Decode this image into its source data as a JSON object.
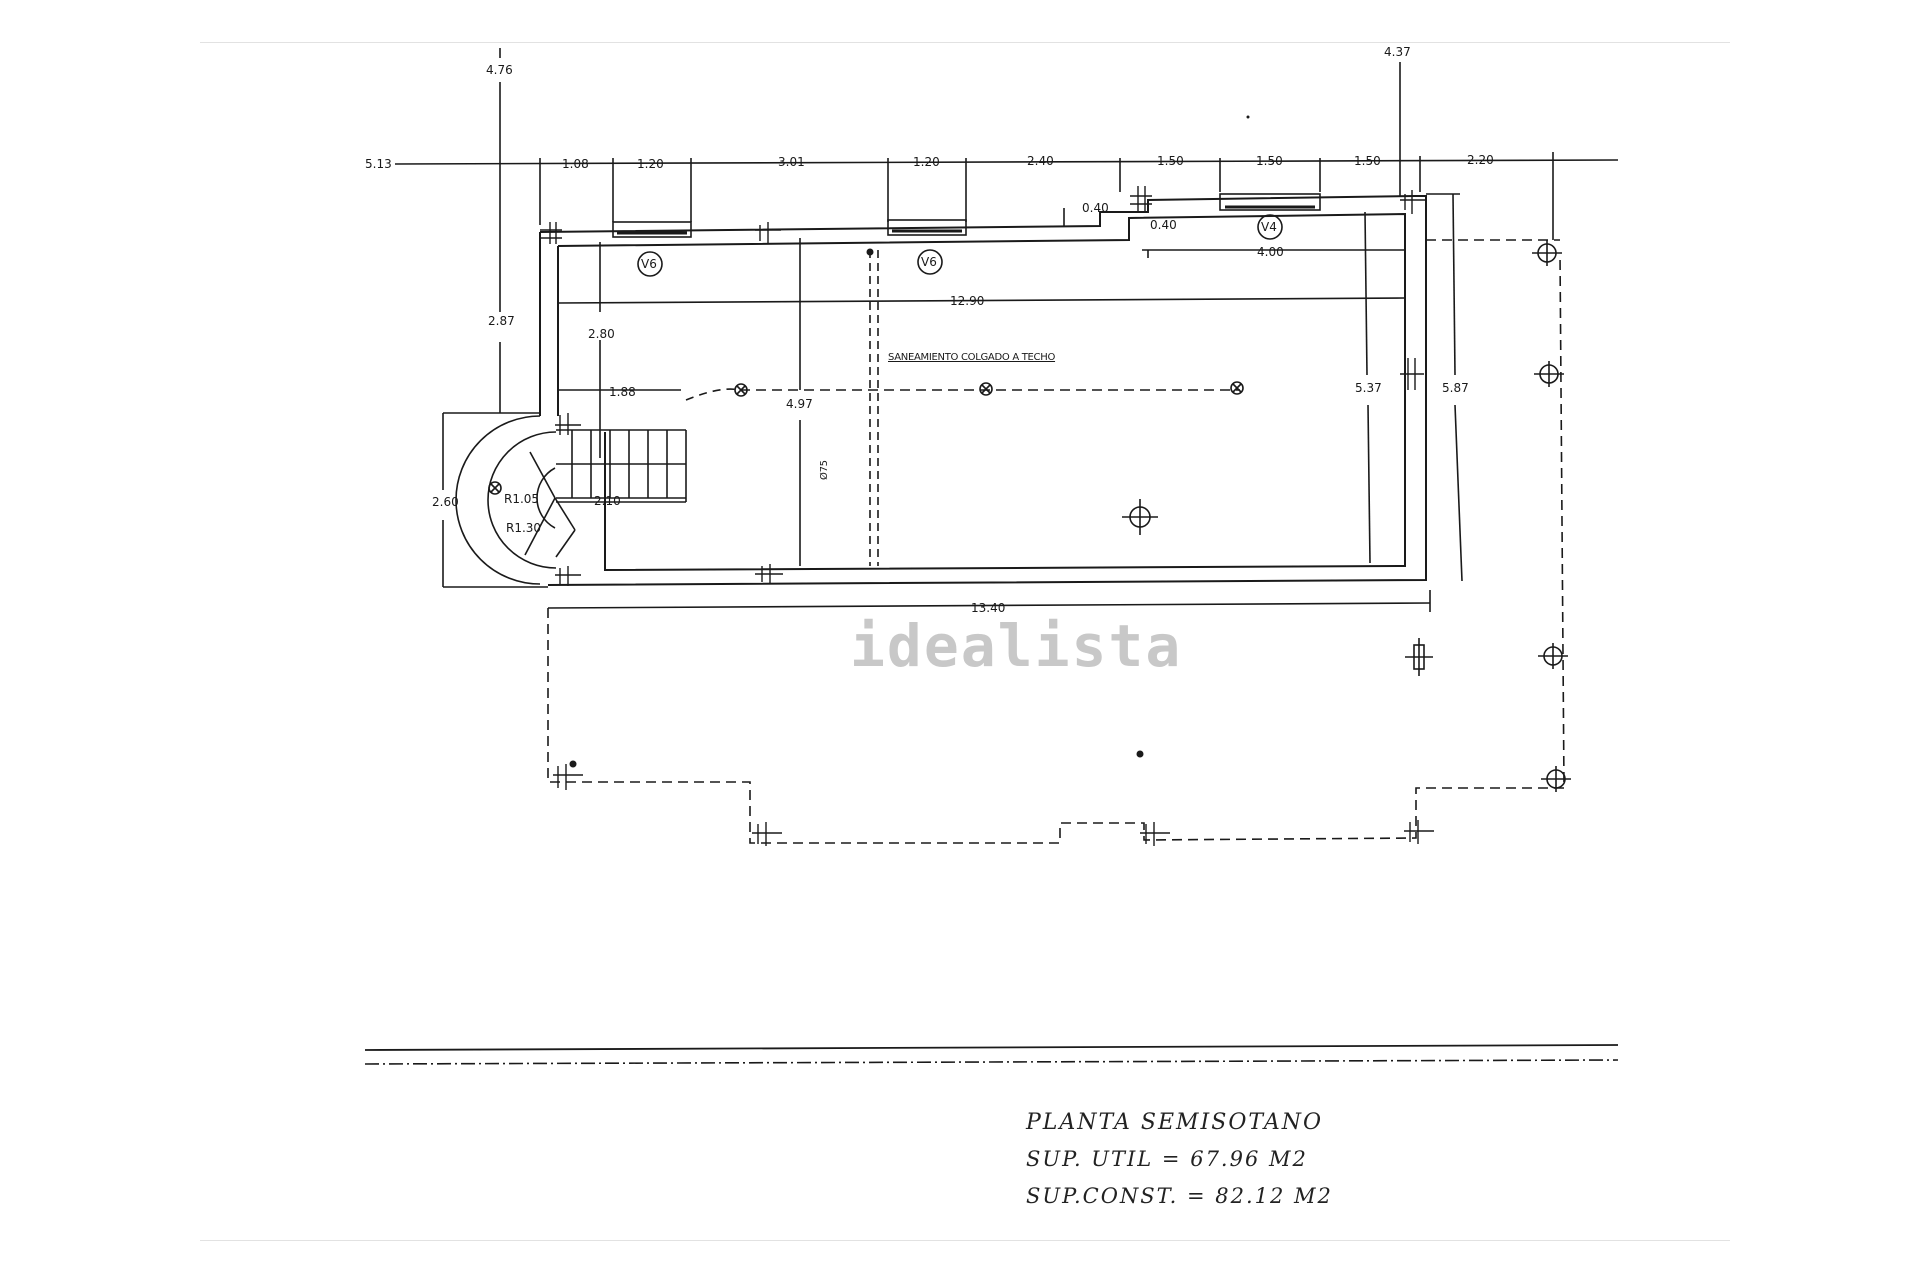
{
  "document": {
    "type": "floor-plan",
    "watermark": "idealista",
    "title": "PLANTA SEMISOTANO",
    "sup_util": "SUP. UTIL = 67.96 M2",
    "sup_const": "SUP.CONST. = 82.12 M2",
    "note": "SANEAMIENTO COLGADO A TECHO"
  },
  "dimensions": {
    "top_chain": [
      "5.13",
      "1.08",
      "1.20",
      "3.01",
      "1.20",
      "2.40",
      "1.50",
      "1.50",
      "1.50",
      "2.20"
    ],
    "left_top_vertical": "4.76",
    "right_top_vertical": "4.37",
    "window_offset_a": "0.40",
    "window_offset_b": "0.40",
    "v4_width": "4.00",
    "interior_length": "12.90",
    "exterior_length": "13.40",
    "left_wall_upper": "2.87",
    "left_interior_upper": "2.80",
    "stair_landing_width": "1.88",
    "interior_height_mid": "4.97",
    "interior_height_right": "5.37",
    "exterior_height_right": "5.87",
    "stair_height": "2.60",
    "stair_radius_inner": "R1.05",
    "stair_radius_outer": "R1.30",
    "stair_run": "2.10",
    "pipe_diameter": "Ø75"
  },
  "windows": [
    {
      "label": "V6"
    },
    {
      "label": "V6"
    },
    {
      "label": "V4"
    }
  ]
}
